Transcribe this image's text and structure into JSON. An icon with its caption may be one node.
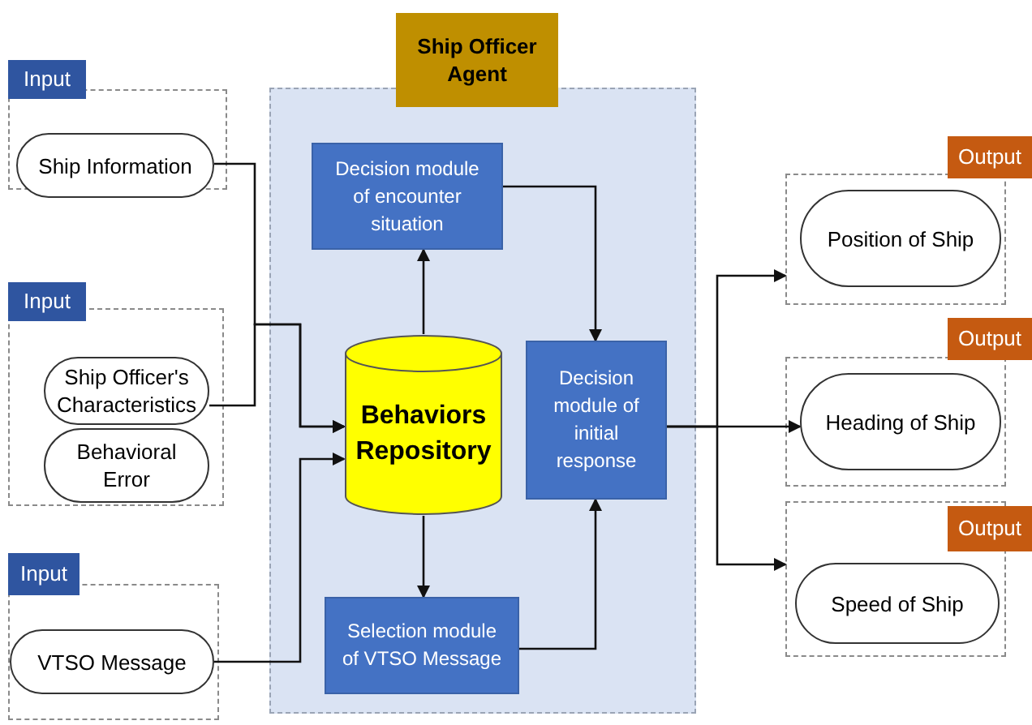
{
  "diagram": {
    "nodes": [
      {
        "text": [
          "Input"
        ]
      },
      {
        "text": [
          "Ship Information"
        ],
        "in": 0
      },
      {
        "text": [
          "Input"
        ]
      },
      {
        "text": [
          "Ship Officer's Characteristics"
        ],
        "in": 2
      },
      {
        "text": [
          "Behavioral Error"
        ],
        "in": 2
      },
      {
        "text": [
          "Input"
        ]
      },
      {
        "text": [
          "VTSO Message"
        ],
        "in": 5
      },
      {
        "text": [
          "Ship Officer Agent"
        ]
      },
      {
        "text": [
          "Decision module of encounter situation"
        ],
        "in": 7
      },
      {
        "text": [
          "Behaviors Repository"
        ],
        "in": 7
      },
      {
        "text": [
          "Decision module of initial response"
        ],
        "in": 7
      },
      {
        "text": [
          "Selection module of VTSO Message"
        ],
        "in": 7
      },
      {
        "text": [
          "Output"
        ]
      },
      {
        "text": [
          "Position of Ship"
        ],
        "in": 12
      },
      {
        "text": [
          "Output"
        ]
      },
      {
        "text": [
          "Heading of Ship"
        ],
        "in": 14
      },
      {
        "text": [
          "Output"
        ]
      },
      {
        "text": [
          "Speed of Ship"
        ],
        "in": 16
      }
    ],
    "edges": [
      {
        "from": 1,
        "to": 9,
        "arrow": "to"
      },
      {
        "from": 3,
        "to": 9,
        "arrow": "to"
      },
      {
        "from": 6,
        "to": 9,
        "arrow": "to"
      },
      {
        "from": 9,
        "to": 8,
        "arrow": "to"
      },
      {
        "from": 9,
        "to": 11,
        "arrow": "to"
      },
      {
        "from": 8,
        "to": 10,
        "arrow": "to"
      },
      {
        "from": 11,
        "to": 10,
        "arrow": "to"
      },
      {
        "from": 10,
        "to": 12,
        "arrow": "to"
      },
      {
        "from": 10,
        "to": 15,
        "arrow": "to"
      },
      {
        "from": 10,
        "to": 16,
        "arrow": "to"
      }
    ]
  }
}
